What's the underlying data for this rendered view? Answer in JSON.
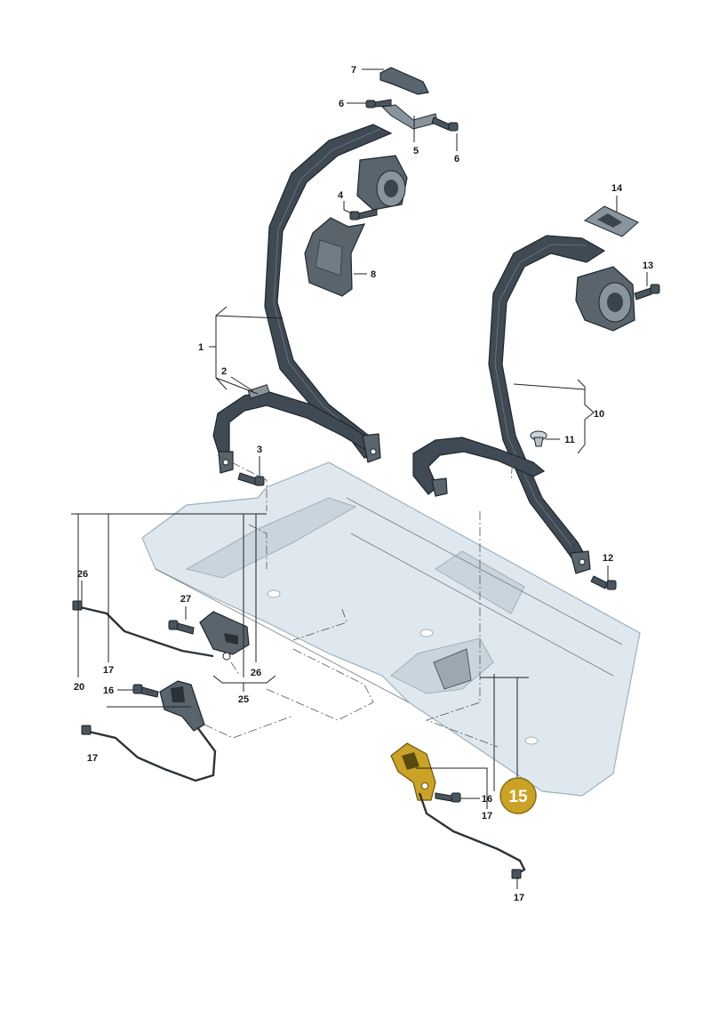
{
  "callouts": [
    {
      "id": "c7",
      "text": "7"
    },
    {
      "id": "c6a",
      "text": "6"
    },
    {
      "id": "c5",
      "text": "5"
    },
    {
      "id": "c6b",
      "text": "6"
    },
    {
      "id": "c4",
      "text": "4"
    },
    {
      "id": "c8",
      "text": "8"
    },
    {
      "id": "c14",
      "text": "14"
    },
    {
      "id": "c13",
      "text": "13"
    },
    {
      "id": "c1",
      "text": "1"
    },
    {
      "id": "c2",
      "text": "2"
    },
    {
      "id": "c10",
      "text": "10"
    },
    {
      "id": "c11",
      "text": "11"
    },
    {
      "id": "c3",
      "text": "3"
    },
    {
      "id": "c12",
      "text": "12"
    },
    {
      "id": "c26a",
      "text": "26"
    },
    {
      "id": "c27",
      "text": "27"
    },
    {
      "id": "c17a",
      "text": "17"
    },
    {
      "id": "c20",
      "text": "20"
    },
    {
      "id": "c16a",
      "text": "16"
    },
    {
      "id": "c26b",
      "text": "26"
    },
    {
      "id": "c25",
      "text": "25"
    },
    {
      "id": "c17b",
      "text": "17"
    },
    {
      "id": "c16b",
      "text": "16"
    },
    {
      "id": "c17c",
      "text": "17"
    },
    {
      "id": "c17d",
      "text": "17"
    }
  ],
  "highlight": {
    "text": "15",
    "color": "#c9a227"
  }
}
